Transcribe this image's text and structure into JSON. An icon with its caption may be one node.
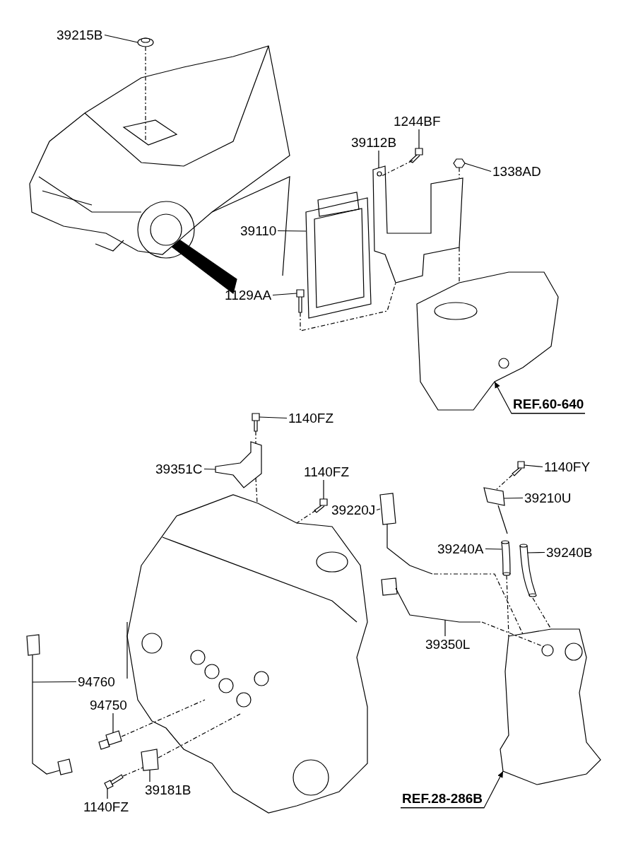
{
  "diagram": {
    "nodes": [
      {
        "text": [
          "39215B"
        ]
      },
      {
        "text": [
          "1244BF"
        ]
      },
      {
        "text": [
          "39112B"
        ]
      },
      {
        "text": [
          "1338AD"
        ]
      },
      {
        "text": [
          "39110"
        ]
      },
      {
        "text": [
          "1129AA"
        ]
      },
      {
        "text": [
          "REF.60-640"
        ]
      },
      {
        "text": [
          "1140FZ"
        ]
      },
      {
        "text": [
          "39351C"
        ]
      },
      {
        "text": [
          "1140FZ"
        ]
      },
      {
        "text": [
          "1140FY"
        ]
      },
      {
        "text": [
          "39210U"
        ]
      },
      {
        "text": [
          "39220J"
        ]
      },
      {
        "text": [
          "39240A"
        ]
      },
      {
        "text": [
          "39240B"
        ]
      },
      {
        "text": [
          "39350L"
        ]
      },
      {
        "text": [
          "94760"
        ]
      },
      {
        "text": [
          "94750"
        ]
      },
      {
        "text": [
          "39181B"
        ]
      },
      {
        "text": [
          "1140FZ"
        ]
      },
      {
        "text": [
          "REF.28-286B"
        ]
      },
      {
        "text": [],
        "shape": "picture"
      },
      {
        "text": [],
        "shape": "picture"
      },
      {
        "text": [],
        "shape": "picture"
      },
      {
        "text": [],
        "shape": "picture"
      },
      {
        "text": [],
        "shape": "picture"
      },
      {
        "text": [],
        "shape": "picture"
      },
      {
        "text": [],
        "shape": "picture"
      },
      {
        "text": [],
        "shape": "picture"
      },
      {
        "text": [],
        "shape": "picture"
      },
      {
        "text": [],
        "shape": "picture"
      },
      {
        "text": [],
        "shape": "picture"
      },
      {
        "text": [],
        "shape": "picture"
      },
      {
        "text": [],
        "shape": "picture"
      },
      {
        "text": [],
        "shape": "picture"
      },
      {
        "text": [],
        "shape": "picture"
      },
      {
        "text": [],
        "shape": "picture"
      },
      {
        "text": [],
        "shape": "picture"
      },
      {
        "text": [],
        "shape": "picture"
      },
      {
        "text": [],
        "shape": "picture"
      },
      {
        "text": [],
        "shape": "picture"
      },
      {
        "text": [],
        "shape": "picture"
      },
      {
        "text": [],
        "shape": "picture"
      },
      {
        "text": [],
        "shape": "picture"
      }
    ],
    "edges": [
      {
        "from": 0,
        "to": 21,
        "arrow": "none"
      },
      {
        "from": 1,
        "to": 22,
        "arrow": "none"
      },
      {
        "from": 2,
        "to": 23,
        "arrow": "none"
      },
      {
        "from": 3,
        "to": 24,
        "arrow": "none"
      },
      {
        "from": 4,
        "to": 25,
        "arrow": "none"
      },
      {
        "from": 5,
        "to": 26,
        "arrow": "none"
      },
      {
        "from": 6,
        "to": 27,
        "arrow": "to"
      },
      {
        "from": 7,
        "to": 28,
        "arrow": "none"
      },
      {
        "from": 8,
        "to": 29,
        "arrow": "none"
      },
      {
        "from": 9,
        "to": 30,
        "arrow": "none"
      },
      {
        "from": 10,
        "to": 31,
        "arrow": "none"
      },
      {
        "from": 11,
        "to": 32,
        "arrow": "none"
      },
      {
        "from": 12,
        "to": 33,
        "arrow": "none"
      },
      {
        "from": 13,
        "to": 34,
        "arrow": "none"
      },
      {
        "from": 14,
        "to": 35,
        "arrow": "none"
      },
      {
        "from": 15,
        "to": 36,
        "arrow": "none"
      },
      {
        "from": 16,
        "to": 37,
        "arrow": "none"
      },
      {
        "from": 17,
        "to": 38,
        "arrow": "none"
      },
      {
        "from": 18,
        "to": 39,
        "arrow": "none"
      },
      {
        "from": 19,
        "to": 40,
        "arrow": "none"
      },
      {
        "from": 20,
        "to": 41,
        "arrow": "to"
      },
      {
        "from": 21,
        "to": 42,
        "arrow": "none",
        "style": "dashed"
      },
      {
        "from": 22,
        "to": 23,
        "arrow": "none",
        "style": "dashed"
      },
      {
        "from": 24,
        "to": 23,
        "arrow": "none",
        "style": "dashed"
      },
      {
        "from": 23,
        "to": 27,
        "arrow": "none",
        "style": "dashed"
      },
      {
        "from": 26,
        "to": 23,
        "arrow": "none",
        "style": "dashed"
      },
      {
        "from": 28,
        "to": 29,
        "arrow": "none",
        "style": "dashed"
      },
      {
        "from": 29,
        "to": 43,
        "arrow": "none",
        "style": "dashed"
      },
      {
        "from": 30,
        "to": 43,
        "arrow": "none",
        "style": "dashed"
      },
      {
        "from": 31,
        "to": 32,
        "arrow": "none",
        "style": "dashed"
      },
      {
        "from": 33,
        "to": 41,
        "arrow": "none",
        "style": "dashed"
      },
      {
        "from": 36,
        "to": 41,
        "arrow": "none",
        "style": "dashed"
      },
      {
        "from": 34,
        "to": 41,
        "arrow": "none",
        "style": "dashed"
      },
      {
        "from": 35,
        "to": 41,
        "arrow": "none",
        "style": "dashed"
      },
      {
        "from": 38,
        "to": 43,
        "arrow": "none",
        "style": "dashed"
      },
      {
        "from": 40,
        "to": 39,
        "arrow": "none",
        "style": "dashed"
      },
      {
        "from": 39,
        "to": 43,
        "arrow": "none",
        "style": "dashed"
      }
    ]
  }
}
